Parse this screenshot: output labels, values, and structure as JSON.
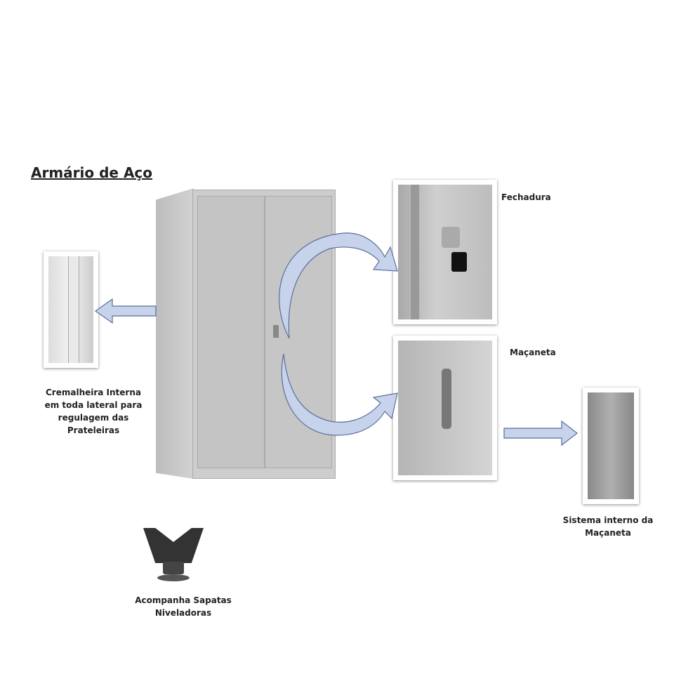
{
  "title": "Armário de Aço",
  "labels": {
    "cremalheira": "Cremalheira Interna em toda lateral para regulagem das Prateleiras",
    "fechadura": "Fechadura",
    "macaneta": "Maçaneta",
    "sistema": "Sistema interno da Maçaneta",
    "sapatas": "Acompanha Sapatas Niveladoras"
  },
  "colors": {
    "arrow_fill": "#c7d3ea",
    "arrow_stroke": "#5a6f9c",
    "cabinet": "#c9c9c9"
  }
}
